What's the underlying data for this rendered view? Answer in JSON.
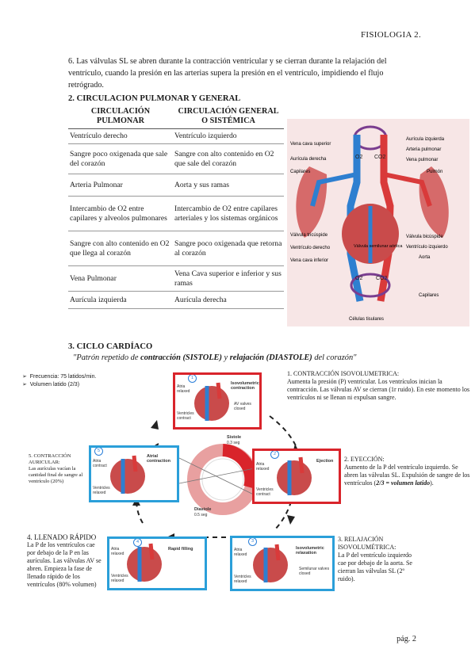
{
  "header": {
    "title": "FISIOLOGIA 2."
  },
  "point6": {
    "text": "6. Las válvulas SL se abren durante la contracción ventricular y se cierran durante la relajación del ventrículo, cuando la presión en las arterias supera la presión en el ventrículo, impidiendo el flujo retrógrado."
  },
  "section2": {
    "title": "2. CIRCULACION PULMONAR Y GENERAL",
    "col1": "CIRCULACIÓN PULMONAR",
    "col2": "CIRCULACIÓN GENERAL O SISTÉMICA",
    "rows": [
      [
        "Ventrículo derecho",
        "Ventrículo izquierdo"
      ],
      [
        "Sangre poco oxigenada que sale del corazón",
        "Sangre con alto contenido en O2 que sale del corazón"
      ],
      [
        "Arteria Pulmonar",
        "Aorta y sus ramas"
      ],
      [
        "Intercambio de O2 entre capilares y alveolos pulmonares",
        "Intercambio de O2 entre capilares arteriales y los sistemas orgánicos"
      ],
      [
        "Sangre con alto contenido en O2 que llega al corazón",
        "Sangre poco oxigenada que retorna al corazón"
      ],
      [
        "Vena Pulmonar",
        "Vena Cava superior e inferior y sus ramas"
      ],
      [
        "Aurícula izquierda",
        "Aurícula derecha"
      ]
    ]
  },
  "circ_diagram": {
    "labels": {
      "vena_cava_sup": "Vena cava superior",
      "auricula_der": "Aurícula derecha",
      "capilares_l": "Capilares",
      "valv_tricuspide": "Válvula tricúspide",
      "ventriculo_der": "Ventrículo derecho",
      "vena_cava_inf": "Vena cava inferior",
      "valv_semilunar": "Válvula semilunar aórtica",
      "auricula_izq": "Aurícula izquierda",
      "arteria_pulm": "Arteria pulmonar",
      "vena_pulm": "Vena pulmonar",
      "pulmon": "Pulmón",
      "valv_bicuspide": "Válvula bicúspide",
      "ventriculo_izq": "Ventrículo izquierdo",
      "aorta": "Aorta",
      "capilares_r": "Capilares",
      "celulas": "Células tisulares",
      "o2": "O2",
      "co2": "CO2"
    },
    "colors": {
      "oxygenated": "#d93a3a",
      "deoxygenated": "#2e7fd0",
      "vessels": "#7a3d8f"
    }
  },
  "section3": {
    "title": "3. CICLO CARDÍACO",
    "quote_a": "\"Patrón repetido de ",
    "quote_b": "contracción (SISTOLE)",
    "quote_c": " y ",
    "quote_d": "relajación (DIASTOLE)",
    "quote_e": " del corazón\""
  },
  "cycle": {
    "bullets": [
      "Frecuencia: 75 latidos/min.",
      "Volumen latido (2/3)"
    ],
    "phase1": {
      "title": "1. CONTRACCIÓN ISOVOLUMETRICA:",
      "text": "Aumenta la presión (P) ventricular. Los ventrículos inician la contracción. Las válvulas AV se cierran (1r ruido). En este momento los ventrículos ni se llenan ni expulsan sangre."
    },
    "phase2": {
      "title": "2. EYECCIÓN:",
      "text_a": "Aumento de la P del ventrículo izquierdo. Se abren las válvulas SL. Expulsión de sangre de los ventrículos (",
      "text_b": "2/3 = volumen latido",
      "text_c": ")."
    },
    "phase3": {
      "title": "3. RELAJACIÓN ISOVOLUMÉTRICA:",
      "text": "La P del ventrículo izquierdo cae por debajo de la aorta. Se cierran las válvulas SL (2º ruido)."
    },
    "phase4": {
      "title": "4. LLENADO RÁPIDO",
      "text": "La P de los ventrículos cae por debajo de la P en las aurículas. Las válvulas AV se abren. Empieza la fase de llenado rápido de los ventrículos (80% volumen)"
    },
    "phase5": {
      "title": "5. CONTRACCIÓN AURICULAR:",
      "text": "Las aurículas vacían la cantidad final de sangre al ventrículo (20%)"
    },
    "box1": {
      "num": "1",
      "title": "Isovolumetric contraction",
      "a": "Atria relaxed",
      "b": "AV valves closed",
      "c": "Ventricles contract"
    },
    "box2": {
      "num": "2",
      "title": "Ejection",
      "a": "Atria relaxed",
      "c": "Ventricles contract"
    },
    "box3": {
      "num": "3",
      "title": "Isovolumetric relaxation",
      "a": "Atria relaxed",
      "b": "Semilunar valves closed",
      "c": "Ventricles relaxed"
    },
    "box4": {
      "num": "4",
      "title": "Rapid filling",
      "a": "Atria relaxed",
      "c": "Ventricles relaxed"
    },
    "box5": {
      "num": "5",
      "title": "Atrial contraction",
      "a": "Atria contract",
      "c": "Ventricles relaxed"
    },
    "sistole": "Sístole",
    "sistole_t": "0.3 seg",
    "diastole": "Diastole",
    "diastole_t": "0.5 seg",
    "colors": {
      "systole": "#d9242b",
      "diastole": "#2b9fd9"
    }
  },
  "footer": {
    "page": "pág. 2"
  }
}
